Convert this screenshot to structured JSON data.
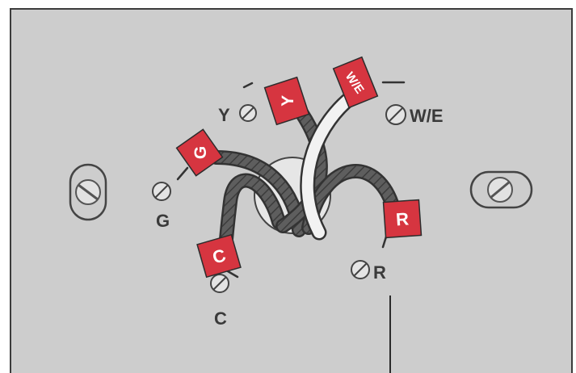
{
  "terminals": {
    "y": "Y",
    "we": "W/E",
    "g": "G",
    "c": "C",
    "r": "R"
  },
  "tags": {
    "y": "Y",
    "we": "W/E",
    "g": "G",
    "c": "C",
    "r": "R"
  },
  "colors": {
    "plate": "#cfcfcf",
    "tag": "#d63540",
    "wire": "#595959",
    "white_wire": "#f2f2f2"
  }
}
